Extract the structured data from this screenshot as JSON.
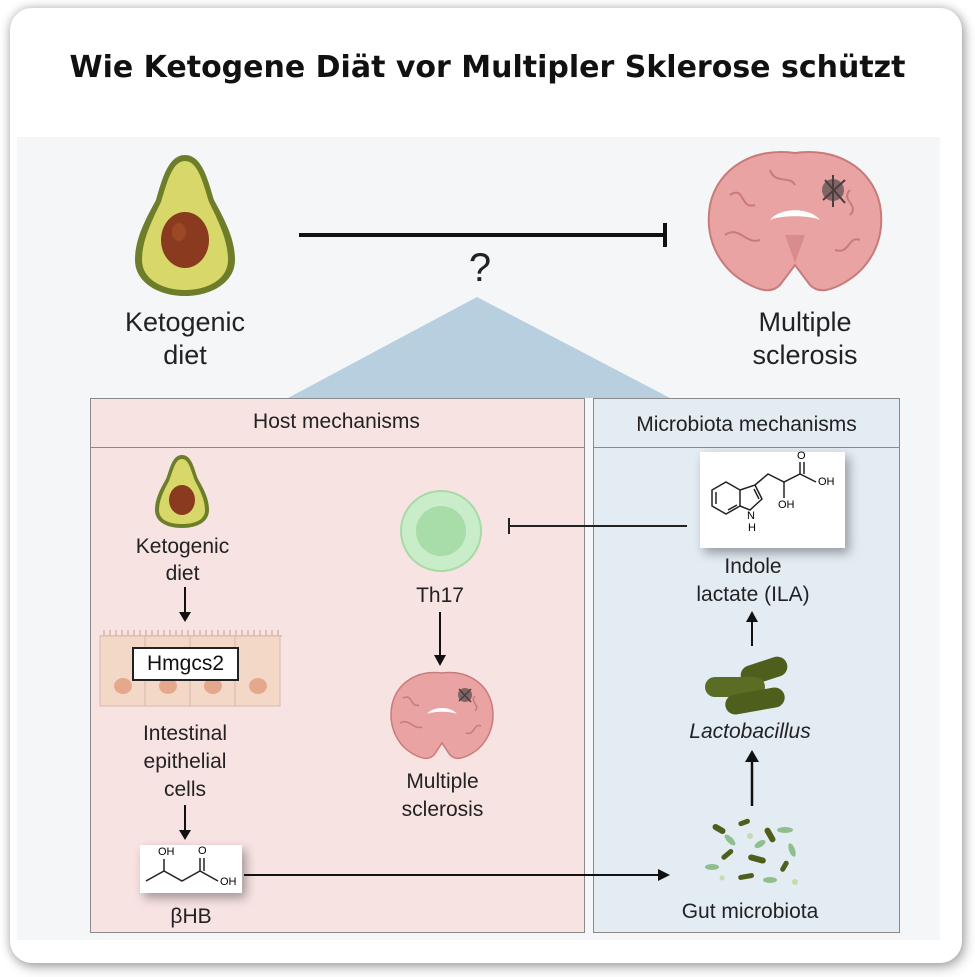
{
  "title": "Wie Ketogene Diät vor Multipler Sklerose schützt",
  "top": {
    "ketogenic_diet_line1": "Ketogenic",
    "ketogenic_diet_line2": "diet",
    "question_mark": "?",
    "ms_line1": "Multiple",
    "ms_line2": "sclerosis"
  },
  "host": {
    "header": "Host mechanisms",
    "keto_line1": "Ketogenic",
    "keto_line2": "diet",
    "gene": "Hmgcs2",
    "iec_line1": "Intestinal",
    "iec_line2": "epithelial",
    "iec_line3": "cells",
    "metabolite": "βHB",
    "bhb_oh": "OH",
    "bhb_o": "O",
    "bhb_oh2": "OH",
    "th17": "Th17",
    "ms_line1": "Multiple",
    "ms_line2": "sclerosis"
  },
  "microbiota": {
    "header": "Microbiota mechanisms",
    "ila_line1": "Indole",
    "ila_line2": "lactate (ILA)",
    "lactobacillus": "Lactobacillus",
    "gut_microbiota": "Gut microbiota",
    "ila_oh": "OH",
    "ila_o": "O",
    "ila_oh2": "OH",
    "ila_nh": "H",
    "ila_n": "N"
  },
  "colors": {
    "host_bg": "#f8e3e3",
    "micro_bg": "#e3ebf3",
    "triangle": "#b7cfdf",
    "avocado_skin": "#6d7d2a",
    "avocado_flesh": "#d8d76a",
    "avocado_seed": "#8a3a1e",
    "brain": "#e9a3a3",
    "th17": "#bfe7bf",
    "bacteria": "#4e5f1d"
  }
}
